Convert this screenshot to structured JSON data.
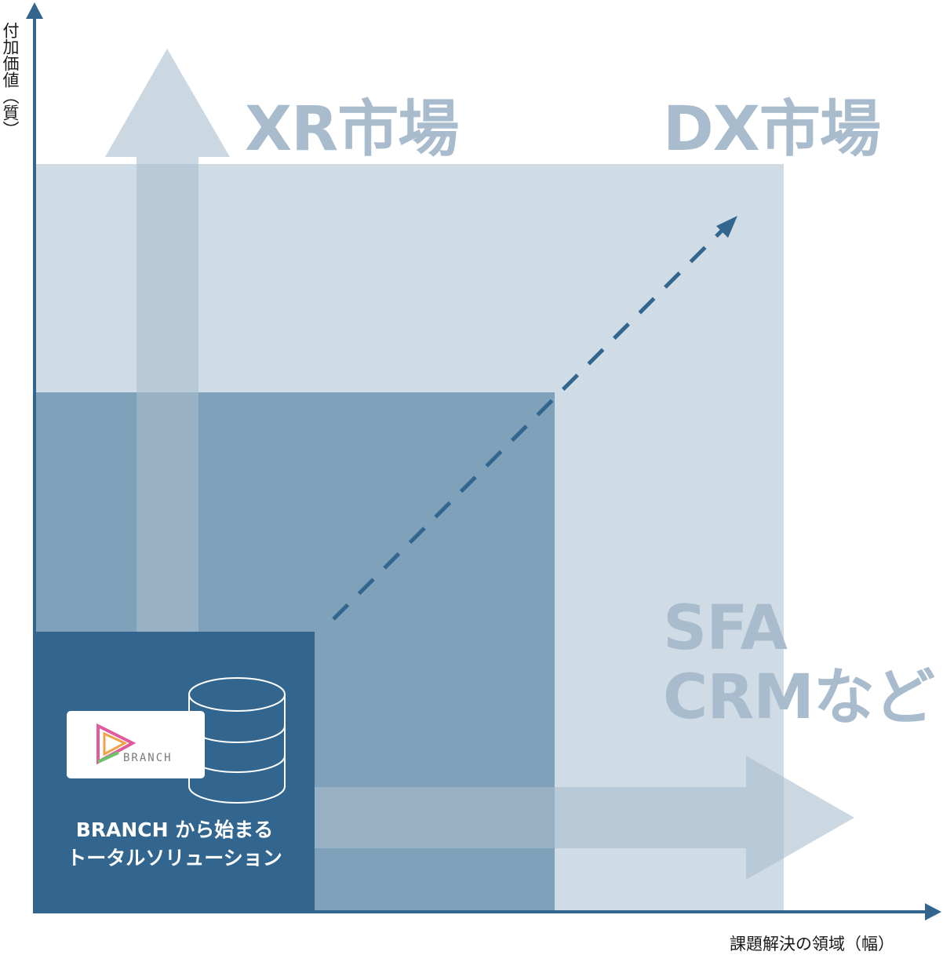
{
  "labels": {
    "xr": "XR市場",
    "dx": "DX市場",
    "sfa_line1": "SFA",
    "sfa_line2": "CRMなど"
  },
  "axes": {
    "y_label": "付加価値（質）",
    "x_label": "課題解決の領域（幅）"
  },
  "center": {
    "logo_text": "BRANCH",
    "caption_line1": "BRANCH から始まる",
    "caption_line2": "トータルソリューション"
  },
  "colors": {
    "outer": "#cfdbe5",
    "middle": "#7fa1ba",
    "inner": "#33668e",
    "axis": "#33668e",
    "big_arrow": "#a9bccd",
    "label": "#a9bccd"
  }
}
